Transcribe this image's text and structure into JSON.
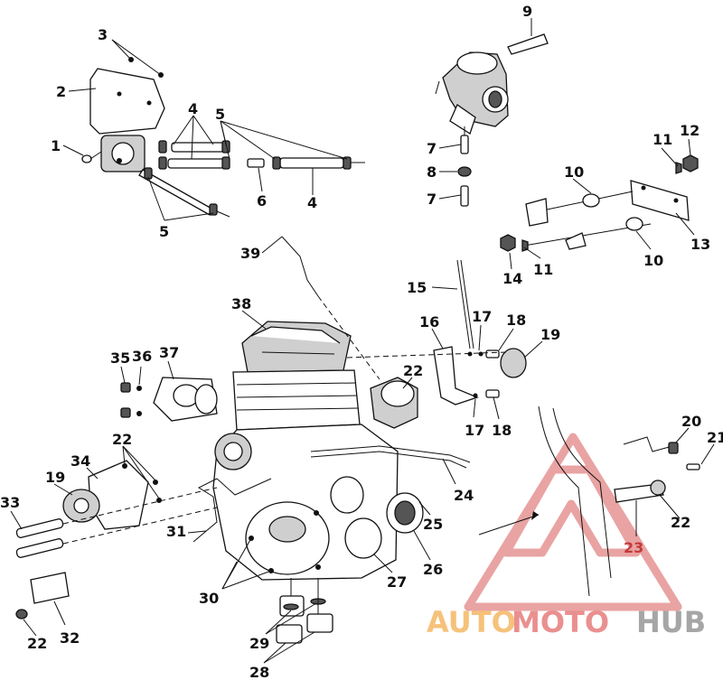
{
  "callouts": {
    "c1": "1",
    "c2": "2",
    "c3": "3",
    "c4a": "4",
    "c4b": "4",
    "c5a": "5",
    "c5b": "5",
    "c6": "6",
    "c7a": "7",
    "c7b": "7",
    "c8": "8",
    "c9": "9",
    "c10a": "10",
    "c10b": "10",
    "c11a": "11",
    "c11b": "11",
    "c12": "12",
    "c13": "13",
    "c14": "14",
    "c15": "15",
    "c16": "16",
    "c17a": "17",
    "c17b": "17",
    "c18a": "18",
    "c18b": "18",
    "c19a": "19",
    "c19b": "19",
    "c20": "20",
    "c21": "21",
    "c22a": "22",
    "c22b": "22",
    "c22c": "22",
    "c22d": "22",
    "c23": "23",
    "c24": "24",
    "c25": "25",
    "c26": "26",
    "c27": "27",
    "c28": "28",
    "c29": "29",
    "c30": "30",
    "c31": "31",
    "c32": "32",
    "c33": "33",
    "c34": "34",
    "c35": "35",
    "c36": "36",
    "c37": "37",
    "c38": "38",
    "c39": "39"
  },
  "watermark": {
    "word_auto": "AUTO",
    "word_moto": "MOTO",
    "word_hub": "HUB",
    "colors": {
      "auto": "#f6c27a",
      "moto": "#ea8f8f",
      "hub": "#a6a6a6",
      "logo": "#e9a3a3"
    }
  }
}
